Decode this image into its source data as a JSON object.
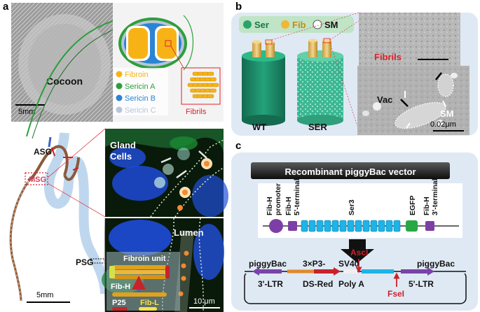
{
  "colors": {
    "fibroin": "#f7b316",
    "sericin_a": "#2e9e3b",
    "sericin_b": "#2a84d4",
    "sericin_c": "#b7c4d8",
    "fibrils_red": "#e0202a",
    "panel_bg": "#dfe9f4",
    "wt_green": "#1e8f6a",
    "ser_green": "#39b38d",
    "vector_bar": "#1c1c1c",
    "ser3_blue": "#1fb3e6",
    "egfp_green": "#27a844",
    "promoter_purple": "#7d3fa5",
    "dsred": "#c8232c",
    "ltr_purple": "#7a43a8"
  },
  "panel_a": {
    "letter": "a",
    "cocoon_label": "Cocoon",
    "cocoon_scale": "5mm",
    "legend": [
      "Fibroin",
      "Sericin A",
      "Sericin B",
      "Sericin C"
    ],
    "fibrils_label": "Fibrils",
    "gland_labels": {
      "asg": "ASG",
      "msg": "MSG",
      "psg": "PSG"
    },
    "gland_scale": "5mm",
    "gland_cells_label": "Gland\nCells",
    "lumen_label": "Lumen",
    "unit_labels": {
      "fibroin_unit": "Fibroin unit",
      "fib_h": "Fib-H",
      "p25": "P25",
      "fib_l": "Fib-L"
    },
    "micro_scale": "10 μm"
  },
  "panel_b": {
    "letter": "b",
    "legend": [
      "Ser",
      "Fib",
      "SM"
    ],
    "cylinders": [
      "WT",
      "SER"
    ],
    "fibrils_label": "Fibrils",
    "em_labels": {
      "vac": "Vac",
      "sm": "SM"
    },
    "em_scale": "0.02μm"
  },
  "panel_c": {
    "letter": "c",
    "title": "Recombinant piggyBac vector",
    "segments": [
      "Fib-H\npromoter",
      "Fib-H\n5'-terminal",
      "Ser3",
      "EGFP",
      "Fib-H\n3'-terminal"
    ],
    "plasmid_labels": {
      "left_pb": "piggyBac",
      "right_pb": "piggyBac",
      "p3": "3×P3-",
      "sv40": "SV40",
      "ltr3": "3'-LTR",
      "dsred": "DS-Red",
      "polya": "Poly A",
      "ltr5": "5'-LTR",
      "ascl": "AscI",
      "fsel": "FseI"
    }
  }
}
